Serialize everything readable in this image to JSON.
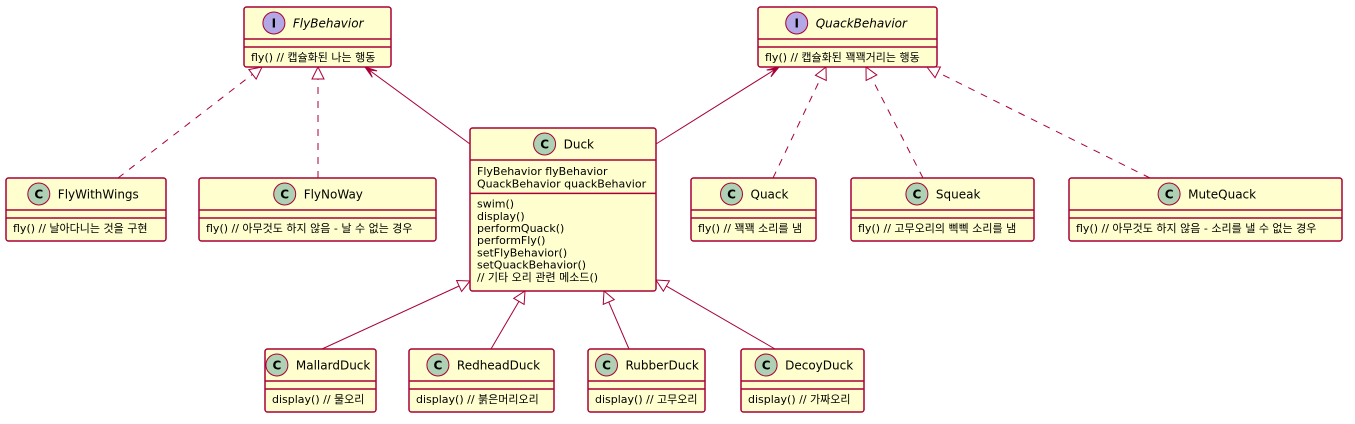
{
  "classes": {
    "flybehavior": {
      "stereotype": "I",
      "name": "FlyBehavior",
      "fields": [],
      "methods": [
        "fly() // 캡슐화된 나는 행동"
      ]
    },
    "quackbehavior": {
      "stereotype": "I",
      "name": "QuackBehavior",
      "fields": [],
      "methods": [
        "fly() // 캡슐화된 꽥꽥거리는 행동"
      ]
    },
    "duck": {
      "stereotype": "C",
      "name": "Duck",
      "fields": [
        "FlyBehavior flyBehavior",
        "QuackBehavior quackBehavior"
      ],
      "methods": [
        "swim()",
        "display()",
        "performQuack()",
        "performFly()",
        "setFlyBehavior()",
        "setQuackBehavior()",
        "//  기타  오리  관련  메소드()"
      ]
    },
    "flywithwings": {
      "stereotype": "C",
      "name": "FlyWithWings",
      "fields": [],
      "methods": [
        "fly() // 날아다니는 것을 구현"
      ]
    },
    "flynoway": {
      "stereotype": "C",
      "name": "FlyNoWay",
      "fields": [],
      "methods": [
        "fly() // 아무것도 하지 않음 - 날 수 없는 경우"
      ]
    },
    "quack": {
      "stereotype": "C",
      "name": "Quack",
      "fields": [],
      "methods": [
        "fly() // 꽥꽥 소리를 냄"
      ]
    },
    "squeak": {
      "stereotype": "C",
      "name": "Squeak",
      "fields": [],
      "methods": [
        "fly() // 고무오리의 삑삑 소리를 냄"
      ]
    },
    "mutequack": {
      "stereotype": "C",
      "name": "MuteQuack",
      "fields": [],
      "methods": [
        "fly() // 아무것도 하지 않음 - 소리를 낼 수 없는 경우"
      ]
    },
    "mallardduck": {
      "stereotype": "C",
      "name": "MallardDuck",
      "fields": [],
      "methods": [
        "display() // 물오리"
      ]
    },
    "redheadduck": {
      "stereotype": "C",
      "name": "RedheadDuck",
      "fields": [],
      "methods": [
        "display() // 붉은머리오리"
      ]
    },
    "rubberduck": {
      "stereotype": "C",
      "name": "RubberDuck",
      "fields": [],
      "methods": [
        "display() // 고무오리"
      ]
    },
    "decoyduck": {
      "stereotype": "C",
      "name": "DecoyDuck",
      "fields": [],
      "methods": [
        "display() // 가짜오리"
      ]
    }
  },
  "relations": [
    {
      "from": "flywithwings",
      "to": "flybehavior",
      "type": "realization"
    },
    {
      "from": "flynoway",
      "to": "flybehavior",
      "type": "realization"
    },
    {
      "from": "duck",
      "to": "flybehavior",
      "type": "association"
    },
    {
      "from": "duck",
      "to": "quackbehavior",
      "type": "association"
    },
    {
      "from": "quack",
      "to": "quackbehavior",
      "type": "realization"
    },
    {
      "from": "squeak",
      "to": "quackbehavior",
      "type": "realization"
    },
    {
      "from": "mutequack",
      "to": "quackbehavior",
      "type": "realization"
    },
    {
      "from": "mallardduck",
      "to": "duck",
      "type": "generalization"
    },
    {
      "from": "redheadduck",
      "to": "duck",
      "type": "generalization"
    },
    {
      "from": "rubberduck",
      "to": "duck",
      "type": "generalization"
    },
    {
      "from": "decoyduck",
      "to": "duck",
      "type": "generalization"
    }
  ],
  "colors": {
    "box_fill": "#FEFECE",
    "border": "#A80036",
    "class_badge": "#ADD1B2",
    "interface_badge": "#B4A7E5"
  }
}
